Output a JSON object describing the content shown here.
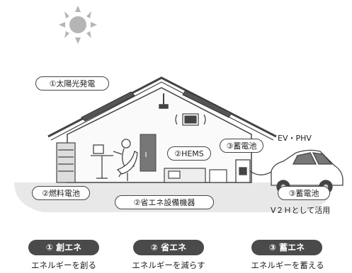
{
  "labels": {
    "solar": "①太陽光発電",
    "hems": "②HEMS",
    "battery_home": "③蓄電池",
    "ev": "EV・PHV",
    "fuel_cell": "②燃料電池",
    "efficient_equipment": "②省エネ設備機器",
    "battery_car": "③蓄電池",
    "v2h": "V２Ｈとして活用"
  },
  "categories": [
    {
      "badge": "① 創エネ",
      "description": "エネルギーを創る"
    },
    {
      "badge": "② 省エネ",
      "description": "エネルギーを減らす"
    },
    {
      "badge": "③ 蓄エネ",
      "description": "エネルギーを蓄える"
    }
  ],
  "colors": {
    "badge_bg": "#4a4a4a",
    "line": "#444444",
    "ground": "#e6e6e6"
  }
}
